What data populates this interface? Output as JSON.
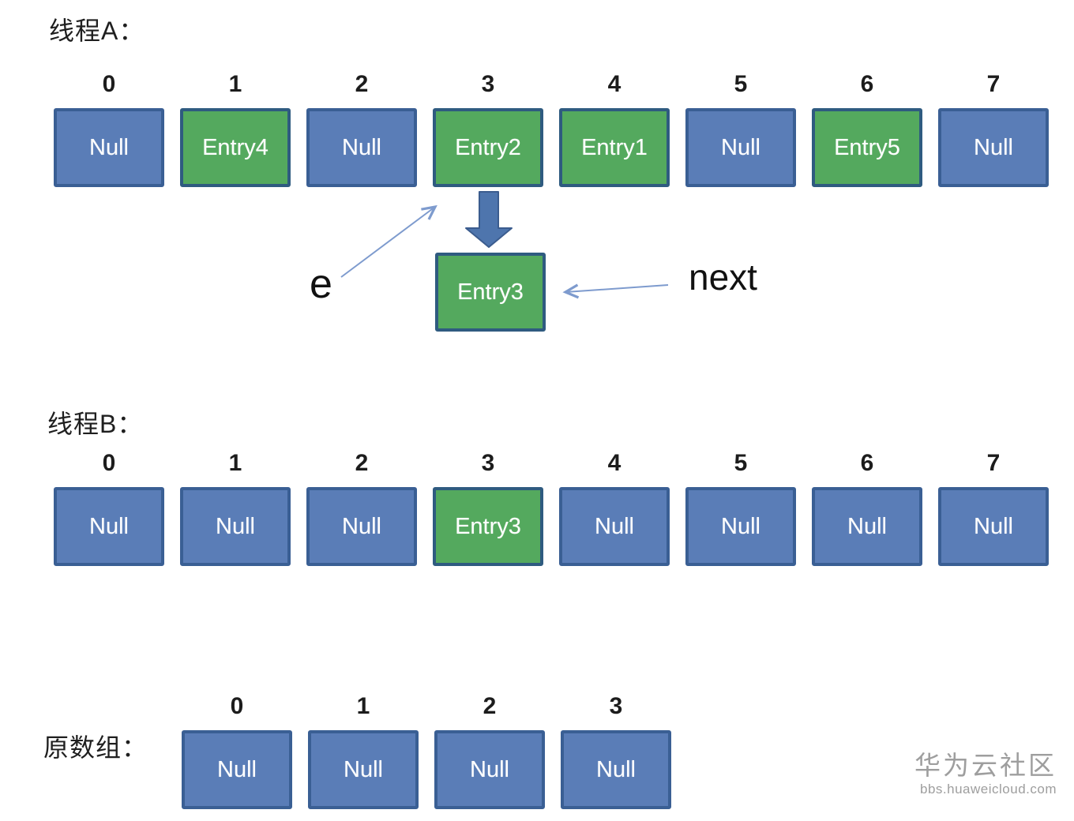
{
  "colors": {
    "null_cell_fill": "#5a7db7",
    "null_cell_border": "#3a5f94",
    "entry_cell_fill": "#54a95e",
    "entry_cell_border": "#2f5b80",
    "block_arrow_fill": "#4e75ad",
    "block_arrow_border": "#3b5c8e",
    "thin_arrow": "#7e9bce",
    "label_text": "#1f1f1f",
    "cell_text": "#ffffff",
    "watermark_text": "#9e9e9e",
    "background": "#ffffff"
  },
  "labels": {
    "thread_a": "线程A：",
    "thread_b": "线程B：",
    "original_array": "原数组：",
    "e_pointer": "e",
    "next_pointer": "next"
  },
  "thread_a": {
    "cells": [
      {
        "index": "0",
        "value": "Null",
        "type": "null"
      },
      {
        "index": "1",
        "value": "Entry4",
        "type": "entry"
      },
      {
        "index": "2",
        "value": "Null",
        "type": "null"
      },
      {
        "index": "3",
        "value": "Entry2",
        "type": "entry"
      },
      {
        "index": "4",
        "value": "Entry1",
        "type": "entry"
      },
      {
        "index": "5",
        "value": "Null",
        "type": "null"
      },
      {
        "index": "6",
        "value": "Entry5",
        "type": "entry"
      },
      {
        "index": "7",
        "value": "Null",
        "type": "null"
      }
    ]
  },
  "detached_node": {
    "value": "Entry3",
    "type": "entry"
  },
  "thread_b": {
    "cells": [
      {
        "index": "0",
        "value": "Null",
        "type": "null"
      },
      {
        "index": "1",
        "value": "Null",
        "type": "null"
      },
      {
        "index": "2",
        "value": "Null",
        "type": "null"
      },
      {
        "index": "3",
        "value": "Entry3",
        "type": "entry"
      },
      {
        "index": "4",
        "value": "Null",
        "type": "null"
      },
      {
        "index": "5",
        "value": "Null",
        "type": "null"
      },
      {
        "index": "6",
        "value": "Null",
        "type": "null"
      },
      {
        "index": "7",
        "value": "Null",
        "type": "null"
      }
    ]
  },
  "original_array": {
    "cells": [
      {
        "index": "0",
        "value": "Null",
        "type": "null"
      },
      {
        "index": "1",
        "value": "Null",
        "type": "null"
      },
      {
        "index": "2",
        "value": "Null",
        "type": "null"
      },
      {
        "index": "3",
        "value": "Null",
        "type": "null"
      }
    ]
  },
  "watermark": {
    "community": "华为云社区",
    "site": "bbs.huaweicloud.com"
  }
}
